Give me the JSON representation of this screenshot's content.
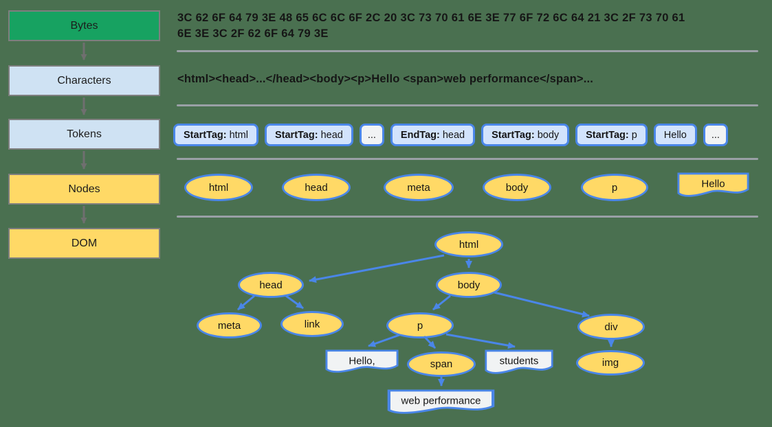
{
  "colors": {
    "canvas-bg": "#4a7050",
    "stage-green": "#17a261",
    "stage-lightblue": "#cfe2f3",
    "stage-yellow": "#ffd966",
    "stage-border": "#7f7f7f",
    "token-blue": "#d2e3fc",
    "token-light": "#f1f3f4",
    "blue-border": "#4a86e8",
    "divider-gray": "#9aa0a6",
    "arrow-gray": "#6f6f6f",
    "arrow-blue": "#4a86e8",
    "text-dark": "#161616"
  },
  "pipeline": {
    "stages": [
      {
        "label": "Bytes"
      },
      {
        "label": "Characters"
      },
      {
        "label": "Tokens"
      },
      {
        "label": "Nodes"
      },
      {
        "label": "DOM"
      }
    ]
  },
  "bytes": {
    "line1": "3C 62 6F 64 79 3E 48 65 6C 6C 6F 2C 20 3C 73 70 61 6E 3E 77 6F 72 6C 64 21 3C 2F 73 70 61",
    "line2": "6E 3E 3C 2F 62 6F 64 79 3E"
  },
  "characters": {
    "text": "<html><head>...</head><body><p>Hello <span>web performance</span>..."
  },
  "tokens": {
    "items": [
      {
        "bold": "StartTag:",
        "value": "html"
      },
      {
        "bold": "StartTag:",
        "value": "head"
      },
      {
        "bold": "",
        "value": "..."
      },
      {
        "bold": "EndTag:",
        "value": "head"
      },
      {
        "bold": "StartTag:",
        "value": "body"
      },
      {
        "bold": "StartTag:",
        "value": "p"
      },
      {
        "bold": "",
        "value": "Hello"
      },
      {
        "bold": "",
        "value": "..."
      }
    ]
  },
  "nodes": {
    "items": [
      "html",
      "head",
      "meta",
      "body",
      "p"
    ],
    "flag": "Hello"
  },
  "dom": {
    "html": "html",
    "head": "head",
    "body": "body",
    "meta": "meta",
    "link": "link",
    "p": "p",
    "div": "div",
    "span": "span",
    "img": "img",
    "text_hello": "Hello,",
    "text_students": "students",
    "text_webperf": "web performance"
  }
}
